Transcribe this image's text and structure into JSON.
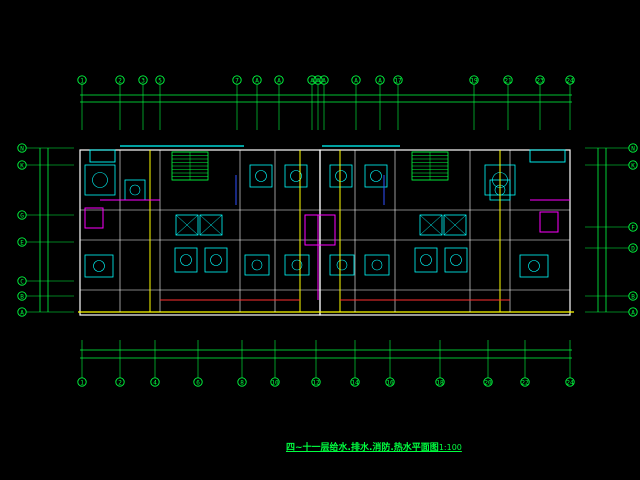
{
  "drawing": {
    "title": "四~十一层给水.排水.消防.热水平面图",
    "scale": "1:100",
    "top_axes": [
      "1",
      "2",
      "3",
      "5",
      "7",
      "A",
      "A",
      "A",
      "A",
      "A",
      "A",
      "A",
      "17",
      "19",
      "21",
      "23",
      "24"
    ],
    "bottom_axes": [
      "1",
      "2",
      "4",
      "6",
      "8",
      "10",
      "12",
      "14",
      "16",
      "18",
      "20",
      "22",
      "24"
    ],
    "left_axes": [
      "N",
      "K",
      "G",
      "E",
      "C",
      "B",
      "A"
    ],
    "right_axes": [
      "N",
      "K",
      "F",
      "D",
      "B",
      "A"
    ],
    "colors": {
      "background": "#000000",
      "axis": "#00ff40",
      "wall": "#ffffff",
      "pipe_cyan": "#00ffff",
      "pipe_magenta": "#ff00ff",
      "pipe_yellow": "#ffff00",
      "pipe_blue": "#3050ff",
      "pipe_red": "#ff3030"
    }
  }
}
